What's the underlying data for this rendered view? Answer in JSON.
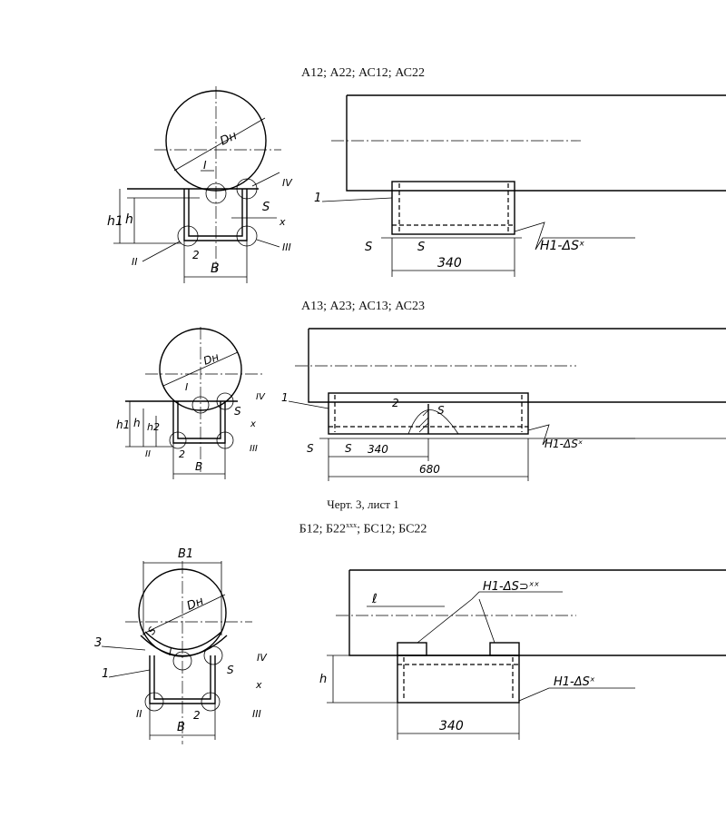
{
  "captions": {
    "top": "А12; А22; АС12; АС22",
    "middle": "А13; А23; АС13; АС23",
    "sheet": "Черт. 3, лист 1",
    "bottom_main": "Б12; Б22",
    "bottom_sup": "xxx",
    "bottom_rest": "; БС12; БС22"
  },
  "labels": {
    "diameter": "Dн",
    "dim_h1": "h1",
    "dim_h": "h",
    "dim_h2": "h2",
    "dim_B": "B",
    "dim_B1": "B1",
    "dim_S": "S",
    "dim_x": "x",
    "dim_l": "ℓ",
    "roman_1": "I",
    "roman_2": "II",
    "roman_3": "III",
    "roman_4": "IV",
    "pos_1": "1",
    "pos_2": "2",
    "pos_3": "3",
    "dim_340": "340",
    "dim_680": "680",
    "weld_sym": "H1-ΔSˣ",
    "weld_sym_b": "H1-ΔS⊃ˣˣ"
  }
}
